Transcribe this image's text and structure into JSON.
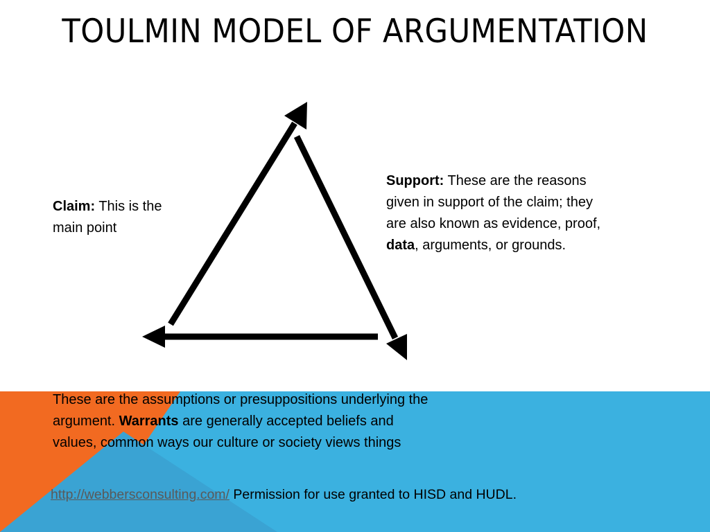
{
  "title": "TOULMIN MODEL OF ARGUMENTATION",
  "colors": {
    "orange": "#F26A21",
    "blue": "#3BB1E0",
    "dark_blue": "#2C8FBF",
    "arrow": "#000000"
  },
  "claim": {
    "label": "Claim:",
    "text_1": " This is the",
    "text_2": "main point"
  },
  "support": {
    "label": "Support:",
    "text_1": " These are the reasons",
    "text_2": "given in support of the claim; they",
    "text_3": "are also known as evidence, proof,",
    "bold_word": "data",
    "text_4": ", arguments, or grounds."
  },
  "warrants": {
    "text_1": "These are the assumptions or presuppositions underlying the",
    "text_2": "argument. ",
    "bold_word": "Warrants",
    "text_3": " are generally accepted beliefs and",
    "text_4": "values, common ways our culture or society views things"
  },
  "credit": {
    "link": "http://webbersconsulting.com/",
    "text": " Permission for use granted to HISD and HUDL."
  }
}
